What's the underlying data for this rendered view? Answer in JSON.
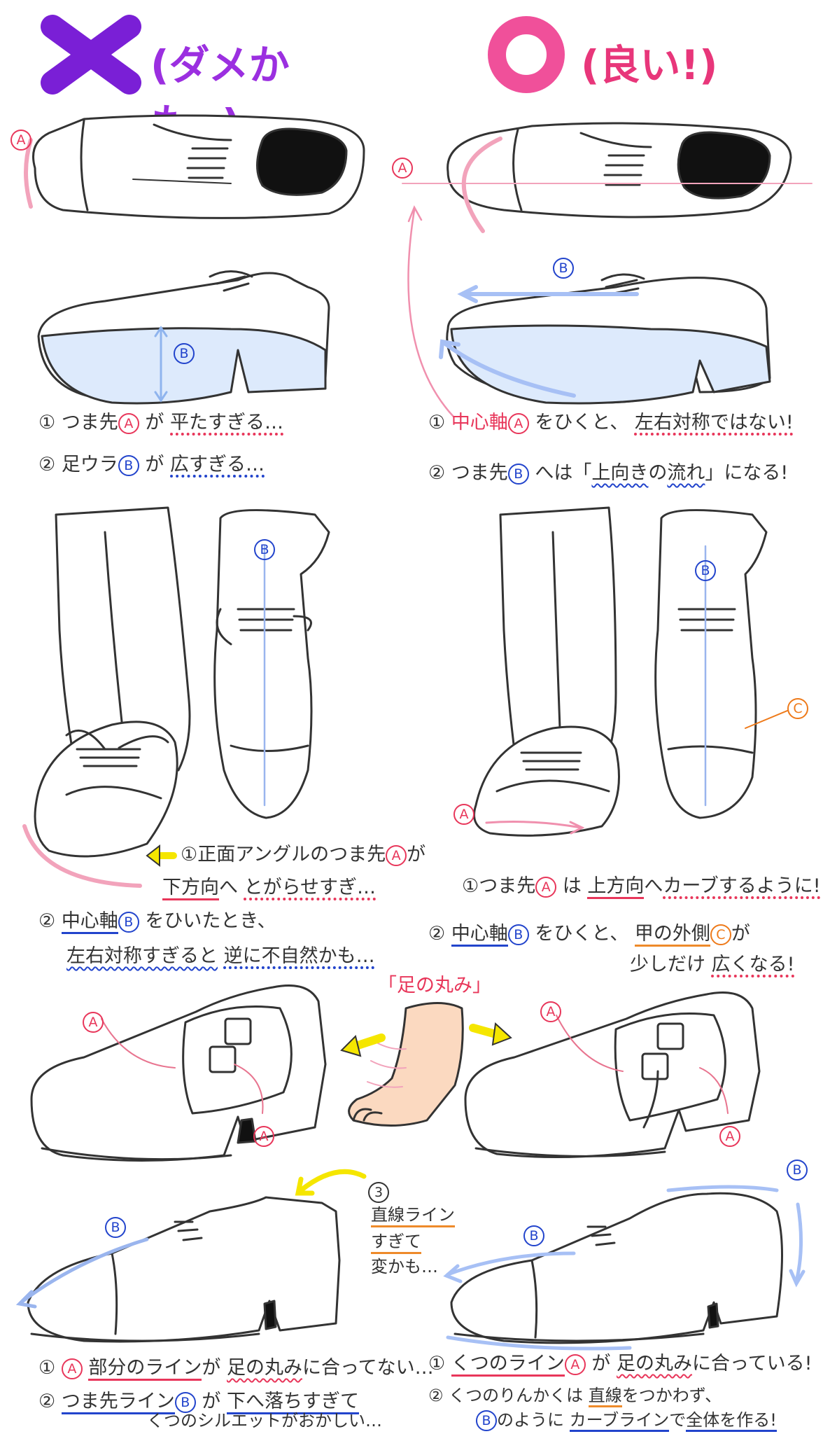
{
  "colors": {
    "bad": "#7a1fd6",
    "good": "#f0509a",
    "red": "#e8365a",
    "blue": "#2244cc",
    "orange": "#ee7a1a",
    "yellow": "#f5e600"
  },
  "header": {
    "bad_label": "(ダメかも..)",
    "good_label": "(良い!)"
  },
  "labels": {
    "A": "A",
    "B": "B",
    "C": "C",
    "three": "3"
  },
  "section1": {
    "bad": {
      "n1": "①",
      "line1_pre": "つま先",
      "line1_mid": "が",
      "line1_post": "平たすぎる…",
      "n2": "②",
      "line2_pre": "足ウラ",
      "line2_mid": "が",
      "line2_post": "広すぎる…"
    },
    "good": {
      "n1": "①",
      "line1_pre": "中心軸",
      "line1_mid": "をひくと、",
      "line1_post": "左右対称ではない!",
      "n2": "②",
      "line2_pre": "つま先",
      "line2_mid": "へは「",
      "line2_em1": "上向き",
      "line2_no": "の",
      "line2_em2": "流れ",
      "line2_post": "」になる!"
    }
  },
  "section2": {
    "bad": {
      "n1": "①",
      "line1": "正面アングルのつま先",
      "line1_b": "が",
      "line1_c": "下方向",
      "line1_d": "へ",
      "line1_e": "とがらせすぎ…",
      "n2": "②",
      "line2": "中心軸",
      "line2_b": "をひいたとき、",
      "line3": "左右対称すぎると",
      "line3_b": "逆に不自然かも…"
    },
    "good": {
      "n1": "①",
      "line1": "つま先",
      "line1_b": "は",
      "line1_c": "上方向",
      "line1_d": "へ",
      "line1_e": "カーブするように!",
      "n2": "②",
      "line2": "中心軸",
      "line2_b": "をひくと、",
      "line2_c": "甲の外側",
      "line2_d": "が",
      "line3": "少しだけ",
      "line3_b": "広くなる!"
    }
  },
  "section3": {
    "foot_label": "「足の丸み」"
  },
  "section4": {
    "bad_note3": [
      "直線ライン",
      "すぎて",
      "変かも…"
    ],
    "bad": {
      "n1": "①",
      "line1_b": "部分のライン",
      "line1_c": "が",
      "line1_d": "足の丸み",
      "line1_e": "に合ってない…",
      "n2": "②",
      "line2": "つま先ライン",
      "line2_b": "が",
      "line2_c": "下へ落ちすぎて",
      "line3": "くつのシルエットがおかしい…"
    },
    "good": {
      "n1": "①",
      "line1": "くつのライン",
      "line1_b": "が",
      "line1_c": "足の丸み",
      "line1_d": "に合っている!",
      "n2": "②",
      "line2": "くつのりんかくは",
      "line2_b": "直線",
      "line2_c": "をつかわず、",
      "line3": "のように",
      "line3_b": "カーブライン",
      "line3_c": "で",
      "line3_d": "全体を作る!"
    }
  }
}
